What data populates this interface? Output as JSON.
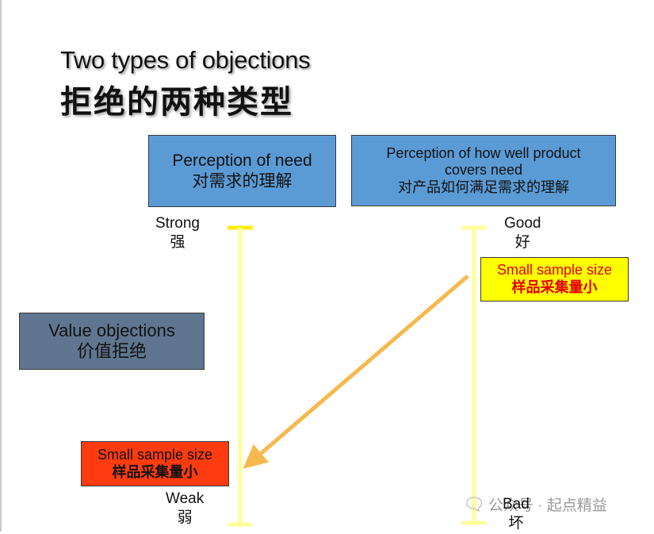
{
  "title": {
    "en": "Two types of objections",
    "cn": "拒绝的两种类型"
  },
  "boxes": {
    "need": {
      "en": "Perception of need",
      "cn": "对需求的理解"
    },
    "cover": {
      "en": "Perception of how well product covers need",
      "cn": "对产品如何满足需求的理解"
    },
    "value": {
      "en": "Value objections",
      "cn": "价值拒绝"
    },
    "small_right": {
      "en": "Small sample size",
      "cn": "样品采集量小"
    },
    "small_left": {
      "en": "Small sample size",
      "cn": "样品采集量小"
    }
  },
  "scale_labels": {
    "strong": {
      "en": "Strong",
      "cn": "强"
    },
    "weak": {
      "en": "Weak",
      "cn": "弱"
    },
    "good": {
      "en": "Good",
      "cn": "好"
    },
    "bad": {
      "en": "Bad",
      "cn": "坏"
    }
  },
  "watermark": {
    "text": "公众号 · 起点精益",
    "icon": "wechat-icon"
  },
  "colors": {
    "box_blue": "#5b9bd5",
    "box_slate": "#607690",
    "box_yellow": "#ffff00",
    "box_red": "#ff3b10",
    "text_red": "#e00000",
    "axis_yellow_strong": "#ffee00",
    "axis_yellow_light": "#ffff99",
    "arrow_orange": "#f6b94e"
  }
}
